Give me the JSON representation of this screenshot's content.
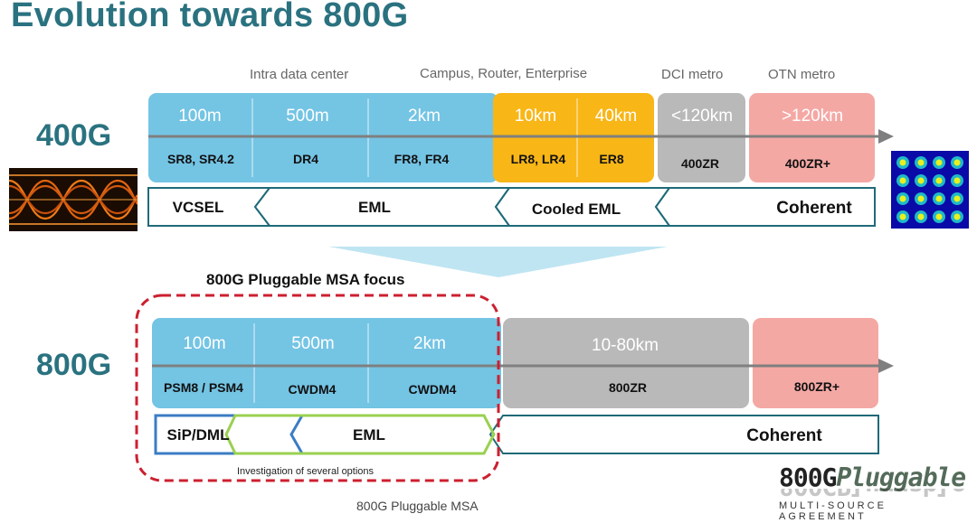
{
  "title": "Evolution towards 800G",
  "segments": {
    "intra_dc": "Intra data center",
    "campus": "Campus, Router, Enterprise",
    "dci": "DCI metro",
    "otn": "OTN metro"
  },
  "row400": {
    "rate": "400G",
    "cells": [
      {
        "distance": "100m",
        "module": "SR8, SR4.2"
      },
      {
        "distance": "500m",
        "module": "DR4"
      },
      {
        "distance": "2km",
        "module": "FR8, FR4"
      },
      {
        "distance": "10km",
        "module": "LR8, LR4"
      },
      {
        "distance": "40km",
        "module": "ER8"
      },
      {
        "distance": "<120km",
        "module": "400ZR"
      },
      {
        "distance": ">120km",
        "module": "400ZR+"
      }
    ],
    "tech": [
      "VCSEL",
      "EML",
      "Cooled EML",
      "Coherent"
    ]
  },
  "focus_label": "800G Pluggable MSA focus",
  "row800": {
    "rate": "800G",
    "cells": [
      {
        "distance": "100m",
        "module": "PSM8 / PSM4"
      },
      {
        "distance": "500m",
        "module": "CWDM4"
      },
      {
        "distance": "2km",
        "module": "CWDM4"
      },
      {
        "distance": "10-80km",
        "module": "800ZR"
      },
      {
        "distance": "",
        "module": "800ZR+"
      }
    ],
    "tech": [
      "SiP/DML",
      "EML",
      "Coherent"
    ]
  },
  "investigation_note": "Investigation of several options",
  "msa_caption": "800G Pluggable MSA",
  "logo": {
    "main": "800G",
    "accent": "Pluggable",
    "sub": "MULTI-SOURCE AGREEMENT"
  },
  "colors": {
    "title": "#2a7280",
    "blue": "#74c4e4",
    "orange": "#f8b617",
    "gray": "#b9b9b9",
    "pink": "#f4a8a4",
    "focus_border": "#cc2030",
    "eml_green": "#9ad050",
    "tech_border": "#1f6a78"
  },
  "icons": {
    "eye": "eye-diagram-image",
    "constellation": "constellation-diagram-image"
  }
}
